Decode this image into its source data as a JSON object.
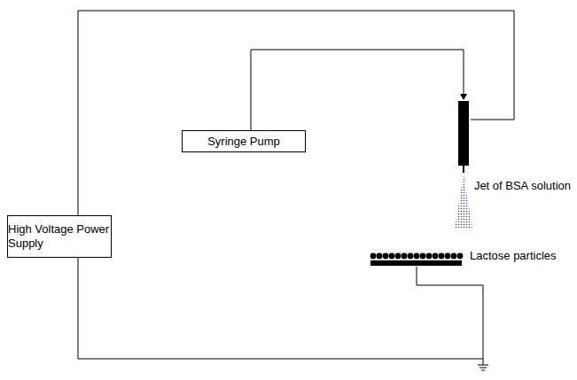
{
  "diagram": {
    "nodes": [
      {
        "text": [
          "Syringe Pump"
        ]
      },
      {
        "text": [
          "High Voltage Power Supply"
        ]
      }
    ],
    "labels": [
      "Jet of BSA solution",
      "Lactose particles"
    ]
  }
}
